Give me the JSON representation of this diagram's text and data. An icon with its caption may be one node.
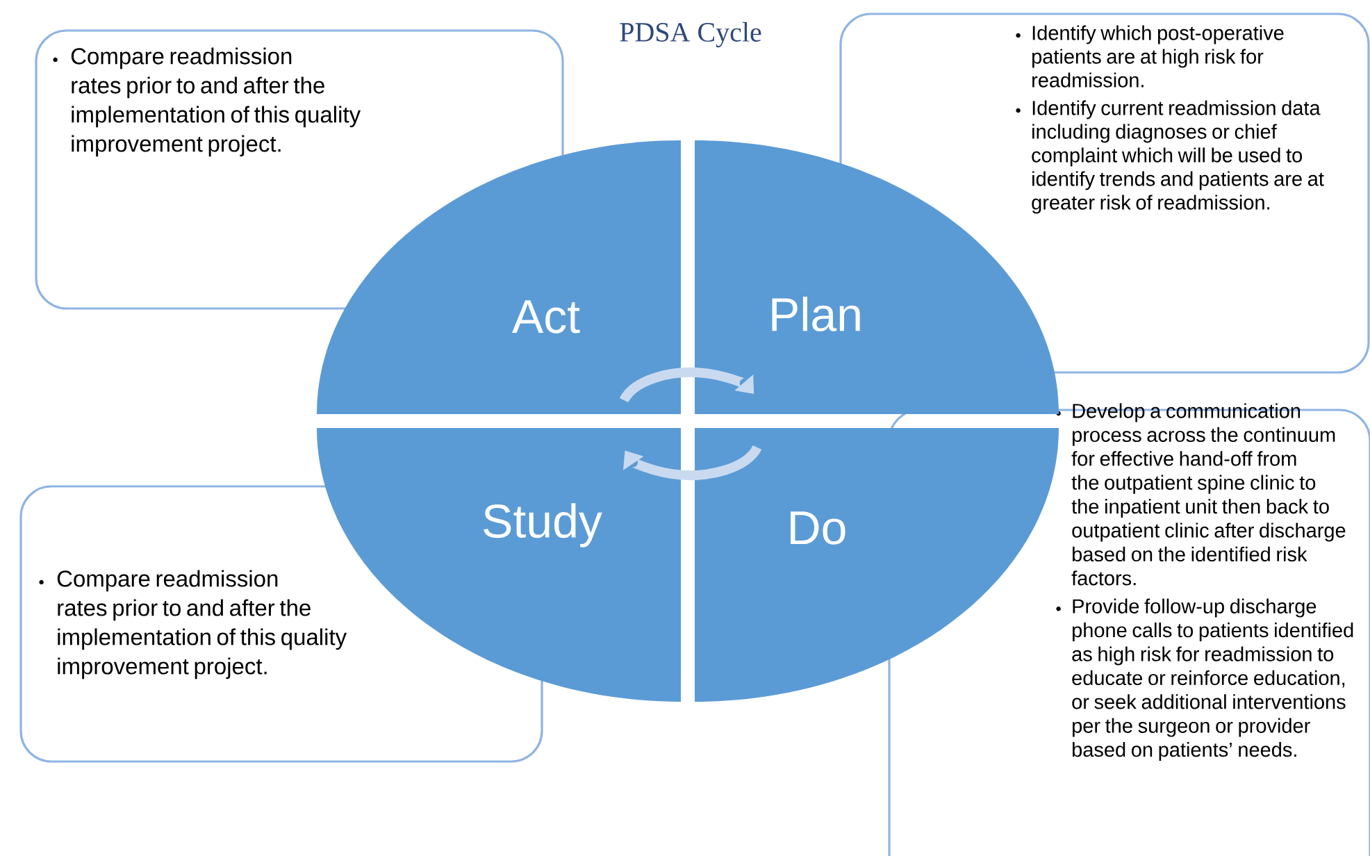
{
  "diagram": {
    "title": "PDSA Cycle",
    "nodes": [
      {
        "text": [
          "Compare readmission rates prior to and after the implementation of this quality improvement project."
        ]
      },
      {
        "text": [
          "Identify which post-operative patients are at high risk for readmission.",
          "Identify current readmission data including diagnoses or chief complaint which will be used to identify trends and patients are at greater risk of readmission."
        ]
      },
      {
        "text": [
          "Act"
        ]
      },
      {
        "text": [
          "Plan"
        ]
      },
      {
        "text": [
          "Study"
        ]
      },
      {
        "text": [
          "Do"
        ]
      },
      {
        "text": [
          "Compare readmission rates prior to and after the implementation of this quality improvement project."
        ]
      },
      {
        "text": [
          "Develop a communication process across the continuum for effective hand-off from the outpatient spine clinic to the inpatient unit then back to outpatient clinic after discharge based on the identified risk factors.",
          "Provide follow-up discharge phone calls to patients identified as high risk for readmission to educate or reinforce education, or seek additional interventions per the surgeon or provider based on patients’ needs."
        ]
      }
    ]
  }
}
